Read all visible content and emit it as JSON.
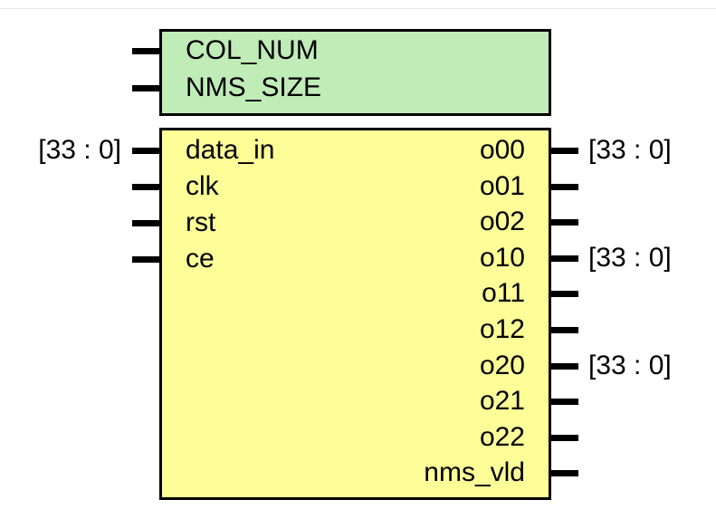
{
  "colors": {
    "parameter_fill": "#c0ecb8",
    "port_fill": "#fefe98",
    "stroke": "#000000"
  },
  "parameters": [
    "COL_NUM",
    "NMS_SIZE"
  ],
  "inputs": [
    {
      "name": "data_in",
      "width": "[33 : 0]"
    },
    {
      "name": "clk",
      "width": ""
    },
    {
      "name": "rst",
      "width": ""
    },
    {
      "name": "ce",
      "width": ""
    }
  ],
  "outputs": [
    {
      "name": "o00",
      "width": "[33 : 0]"
    },
    {
      "name": "o01",
      "width": ""
    },
    {
      "name": "o02",
      "width": ""
    },
    {
      "name": "o10",
      "width": "[33 : 0]"
    },
    {
      "name": "o11",
      "width": ""
    },
    {
      "name": "o12",
      "width": ""
    },
    {
      "name": "o20",
      "width": "[33 : 0]"
    },
    {
      "name": "o21",
      "width": ""
    },
    {
      "name": "o22",
      "width": ""
    },
    {
      "name": "nms_vld",
      "width": ""
    }
  ]
}
